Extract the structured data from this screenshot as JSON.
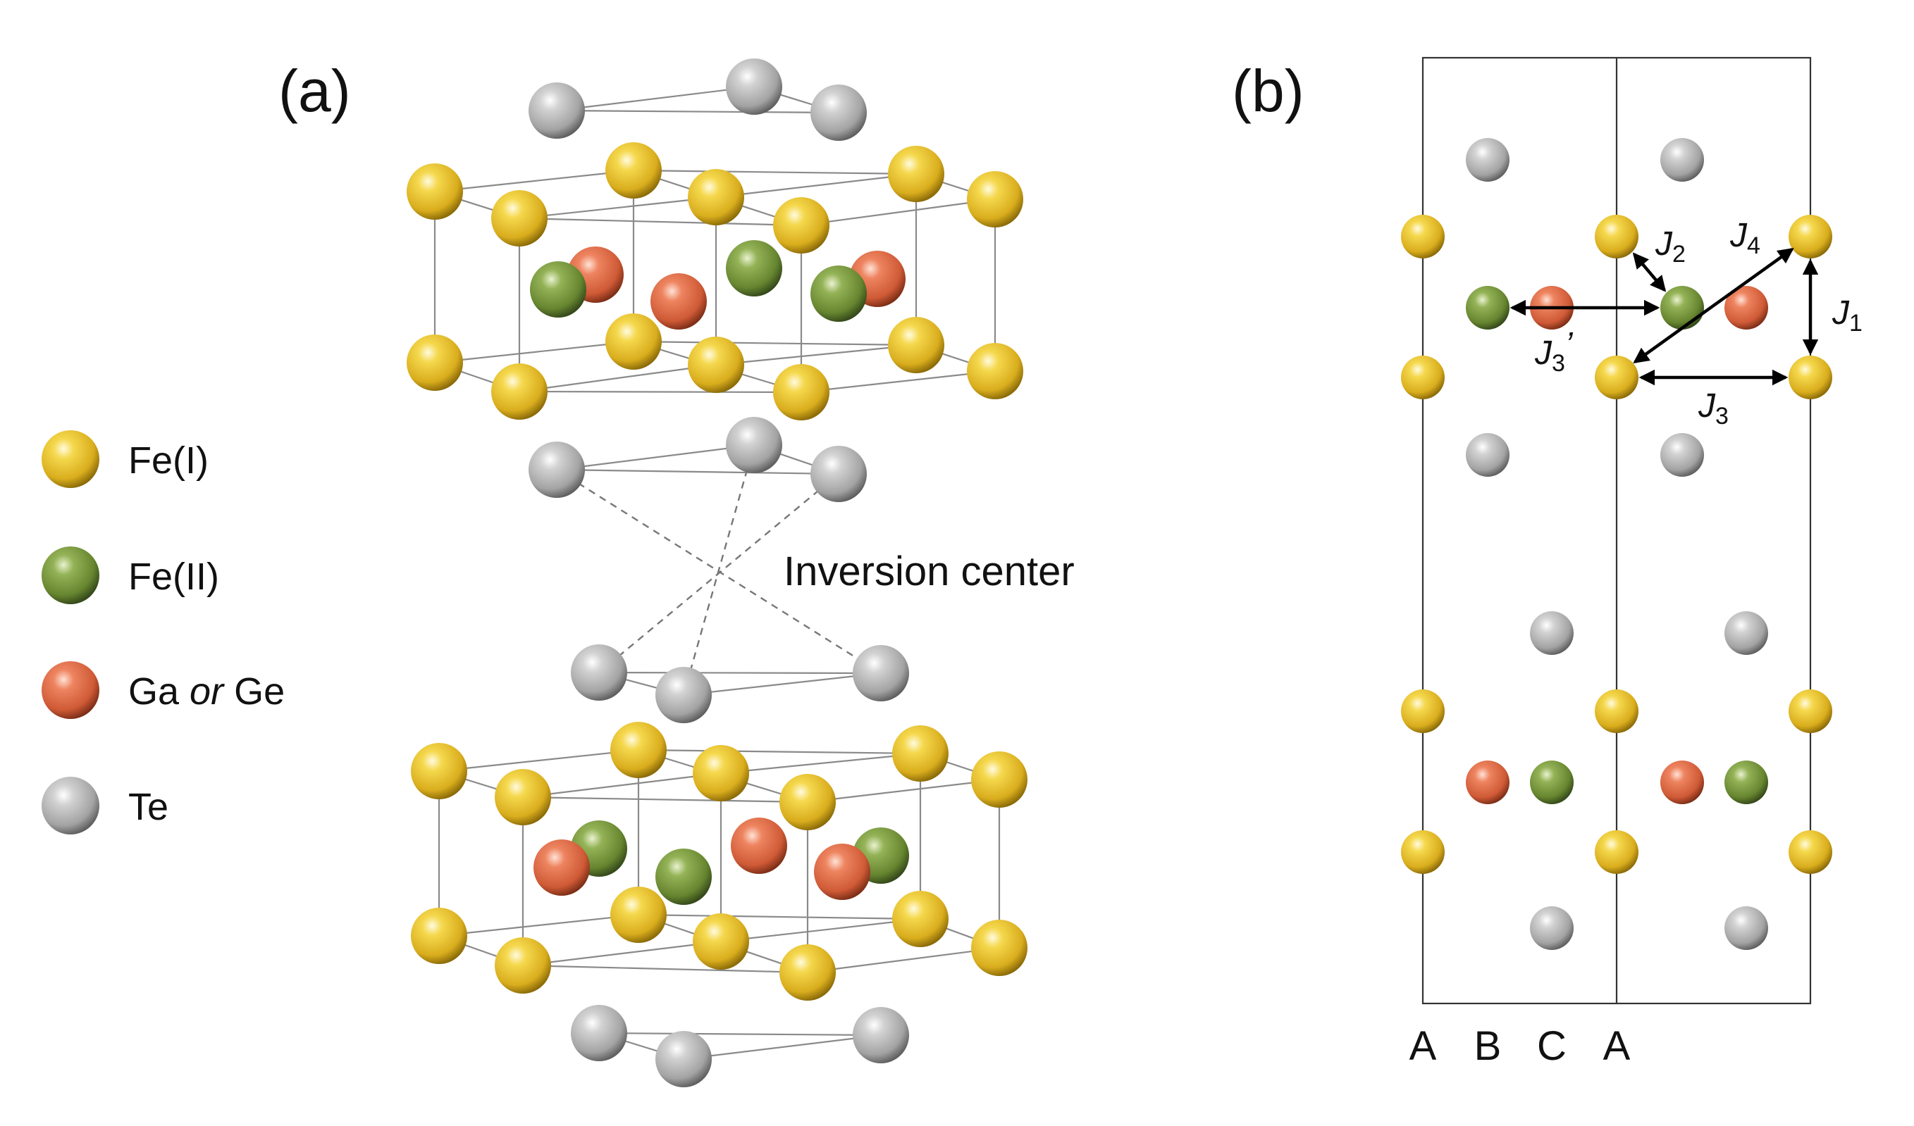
{
  "panels": [
    {
      "label": "(a)"
    },
    {
      "label": "(b)"
    }
  ],
  "legend": [
    {
      "species": "fe1",
      "text": "Fe(I)",
      "color": "#e8c233"
    },
    {
      "species": "fe2",
      "text": "Fe(II)",
      "color": "#7a9a3e"
    },
    {
      "species": "gage",
      "text": "Ga or Ge",
      "text_main": "Ga ",
      "text_italic": "or",
      "text_tail": " Ge",
      "color": "#e0704c"
    },
    {
      "species": "te",
      "text": "Te",
      "color": "#b7b7b7"
    }
  ],
  "annotation": {
    "inversion_center": "Inversion center"
  },
  "stacking_labels": [
    "A",
    "B",
    "C",
    "A"
  ],
  "couplings": [
    {
      "name": "J1",
      "symbol": "J",
      "sub": "1",
      "prime": ""
    },
    {
      "name": "J2",
      "symbol": "J",
      "sub": "2",
      "prime": ""
    },
    {
      "name": "J3",
      "symbol": "J",
      "sub": "3",
      "prime": ""
    },
    {
      "name": "J3prime",
      "symbol": "J",
      "sub": "3",
      "prime": "’"
    },
    {
      "name": "J4",
      "symbol": "J",
      "sub": "4",
      "prime": ""
    }
  ],
  "colors": {
    "fe1": "#e8c233",
    "fe2": "#7a9a3e",
    "gage": "#e0704c",
    "te": "#b7b7b7"
  }
}
